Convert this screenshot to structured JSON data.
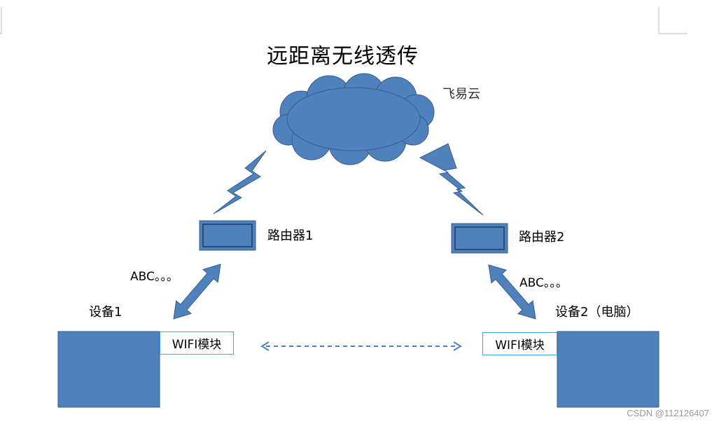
{
  "title": "远距离无线透传",
  "cloud": {
    "label": "飞易云"
  },
  "routers": [
    {
      "label": "路由器1"
    },
    {
      "label": "路由器2"
    }
  ],
  "links": [
    {
      "label": "ABC。。。"
    },
    {
      "label": "ABC。。。"
    }
  ],
  "devices": [
    {
      "label": "设备1",
      "module": "WIFI模块"
    },
    {
      "label": "设备2（电脑）",
      "module": "WIFI模块"
    }
  ],
  "watermark": "CSDN @112126407",
  "colors": {
    "fill": "#4f81bd",
    "stroke": "#385d8a",
    "router_inner": "#1f3864",
    "module_border": "#4aa3df",
    "dashed_link": "#4f81bd"
  }
}
